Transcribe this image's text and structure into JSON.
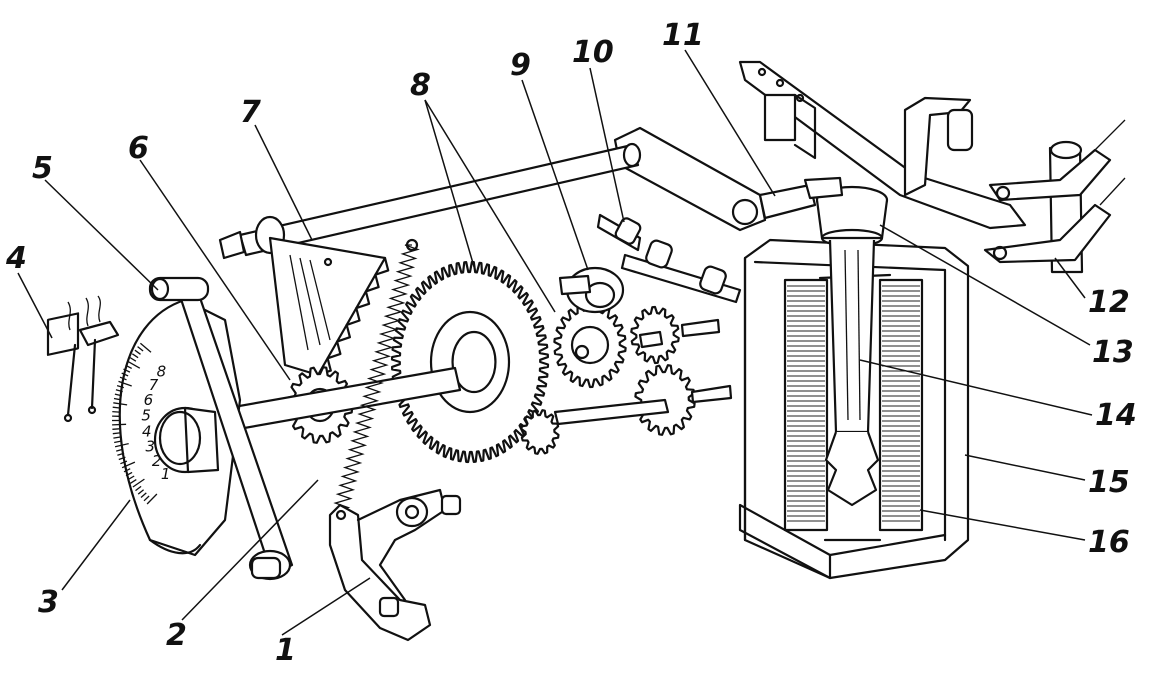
{
  "diagram": {
    "callouts": [
      {
        "id": "1",
        "text": "1"
      },
      {
        "id": "2",
        "text": "2"
      },
      {
        "id": "3",
        "text": "3"
      },
      {
        "id": "4",
        "text": "4"
      },
      {
        "id": "5",
        "text": "5"
      },
      {
        "id": "6",
        "text": "6"
      },
      {
        "id": "7",
        "text": "7"
      },
      {
        "id": "8",
        "text": "8"
      },
      {
        "id": "9",
        "text": "9"
      },
      {
        "id": "10",
        "text": "10"
      },
      {
        "id": "11",
        "text": "11"
      },
      {
        "id": "12",
        "text": "12"
      },
      {
        "id": "13",
        "text": "13"
      },
      {
        "id": "14",
        "text": "14"
      },
      {
        "id": "15",
        "text": "15"
      },
      {
        "id": "16",
        "text": "16"
      }
    ],
    "dial_scale": [
      "1",
      "2",
      "3",
      "4",
      "5",
      "6",
      "7",
      "8"
    ]
  }
}
